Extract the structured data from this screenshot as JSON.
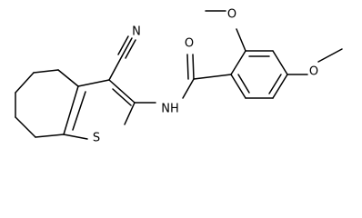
{
  "atoms": {
    "nitrile_n": "N",
    "amide_o": "O",
    "methoxy_o_2": "O",
    "methoxy_o_4": "O",
    "amide_nh": "NH",
    "thiophene_s": "S"
  }
}
